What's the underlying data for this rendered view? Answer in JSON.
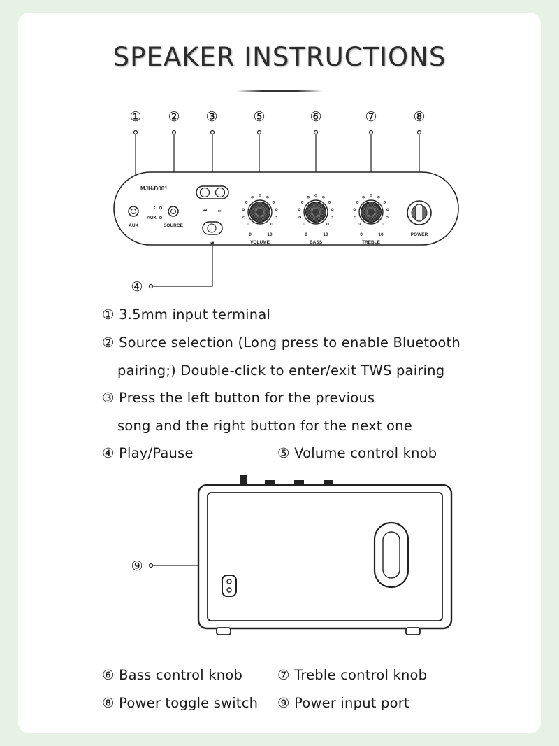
{
  "title": "SPEAKER INSTRUCTIONS",
  "callout_numbers": [
    "①",
    "②",
    "③",
    "④",
    "⑤",
    "⑥",
    "⑦",
    "⑧",
    "⑨"
  ],
  "panel": {
    "model": "MJH-D001",
    "aux_label": "AUX",
    "indicator_aux_label": "AUX",
    "source_label": "SOURCE",
    "volume_label": "VOLUME",
    "bass_label": "BASS",
    "treble_label": "TREBLE",
    "power_label": "POWER",
    "knob_min": "0",
    "knob_max": "10"
  },
  "descriptions": {
    "d1": "① 3.5mm input terminal",
    "d2a": "② Source selection (Long press to enable Bluetooth",
    "d2b": "pairing;) Double-click to enter/exit TWS pairing",
    "d3a": "③ Press the left button for the previous",
    "d3b": "song and the right button for the next one",
    "d4": "④ Play/Pause",
    "d5": "⑤ Volume control knob",
    "d6": "⑥ Bass control knob",
    "d7": "⑦ Treble control knob",
    "d8": "⑧ Power toggle switch",
    "d9": "⑨ Power input port"
  },
  "colors": {
    "background": "#e8f1e6",
    "card": "#ffffff",
    "ink": "#1b1b1b"
  }
}
